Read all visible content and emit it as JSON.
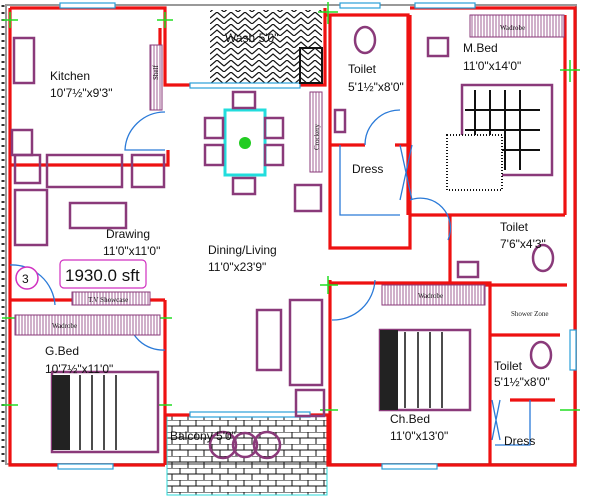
{
  "plan": {
    "area_label": "1930.0 sft",
    "unit_number": "3",
    "colors": {
      "wall": "#ee1111",
      "furniture": "#8a3a7a",
      "door": "#2a7ad8",
      "window": "#2a9fd8",
      "column": "#22dd22",
      "area_badge": "#d030c0"
    },
    "rooms": {
      "kitchen": {
        "name": "Kitchen",
        "size": "10'7½\"x9'3\""
      },
      "wash": {
        "name": "Wash 5'0\""
      },
      "toilet1": {
        "name": "Toilet",
        "size": "5'1½\"x8'0\""
      },
      "dress1": {
        "name": "Dress"
      },
      "mbed": {
        "name": "M.Bed",
        "size": "11'0\"x14'0\""
      },
      "toilet2": {
        "name": "Toilet",
        "size": "7'6\"x4'3\""
      },
      "drawing": {
        "name": "Drawing",
        "size": "11'0\"x11'0\""
      },
      "dining": {
        "name": "Dining/Living",
        "size": "11'0\"x23'9\""
      },
      "gbed": {
        "name": "G.Bed",
        "size": "10'7½\"x11'0\""
      },
      "balcony": {
        "name": "Balcony 5'0\""
      },
      "chbed": {
        "name": "Ch.Bed",
        "size": "11'0\"x13'0\""
      },
      "toilet3": {
        "name": "Toilet",
        "size": "5'1½\"x8'0\""
      },
      "dress2": {
        "name": "Dress"
      }
    },
    "fixtures": {
      "shelf": "Shelf",
      "crockery": "Crockery",
      "tv_showcase": "T.V Showcase",
      "wardrobe_m": "Wadrobe",
      "wardrobe_g": "Wadrobe",
      "wardrobe_ch": "Wadrobe",
      "shower_zone": "Shower Zone"
    }
  }
}
